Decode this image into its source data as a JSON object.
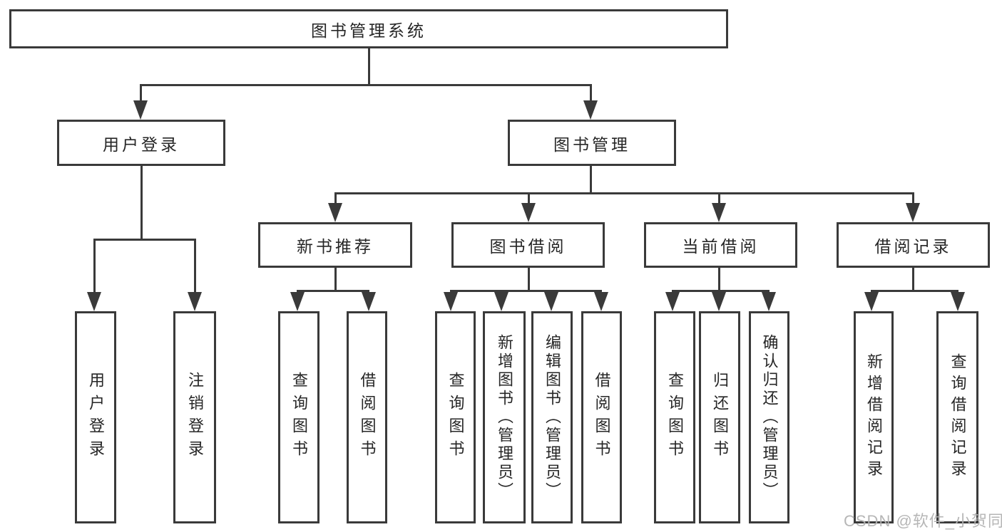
{
  "diagram": {
    "root": {
      "label": "图书管理系统",
      "children": [
        {
          "label": "用户登录",
          "children": [
            {
              "label": "用户登录"
            },
            {
              "label": "注销登录"
            }
          ]
        },
        {
          "label": "图书管理",
          "children": [
            {
              "label": "新书推荐",
              "children": [
                {
                  "label": "查询图书"
                },
                {
                  "label": "借阅图书"
                }
              ]
            },
            {
              "label": "图书借阅",
              "children": [
                {
                  "label": "查询图书"
                },
                {
                  "label": "新增图书（管理员）"
                },
                {
                  "label": "编辑图书（管理员）"
                },
                {
                  "label": "借阅图书"
                }
              ]
            },
            {
              "label": "当前借阅",
              "children": [
                {
                  "label": "查询图书"
                },
                {
                  "label": "归还图书"
                },
                {
                  "label": "确认归还（管理员）"
                }
              ]
            },
            {
              "label": "借阅记录",
              "children": [
                {
                  "label": "新增借阅记录"
                },
                {
                  "label": "查询借阅记录"
                }
              ]
            }
          ]
        }
      ]
    }
  },
  "watermark": {
    "text": "CSDN @软件_小贺同学"
  },
  "colors": {
    "line": "#3a3a3a",
    "text": "#262626",
    "watermark": "#b3b3b3",
    "background": "#ffffff"
  }
}
